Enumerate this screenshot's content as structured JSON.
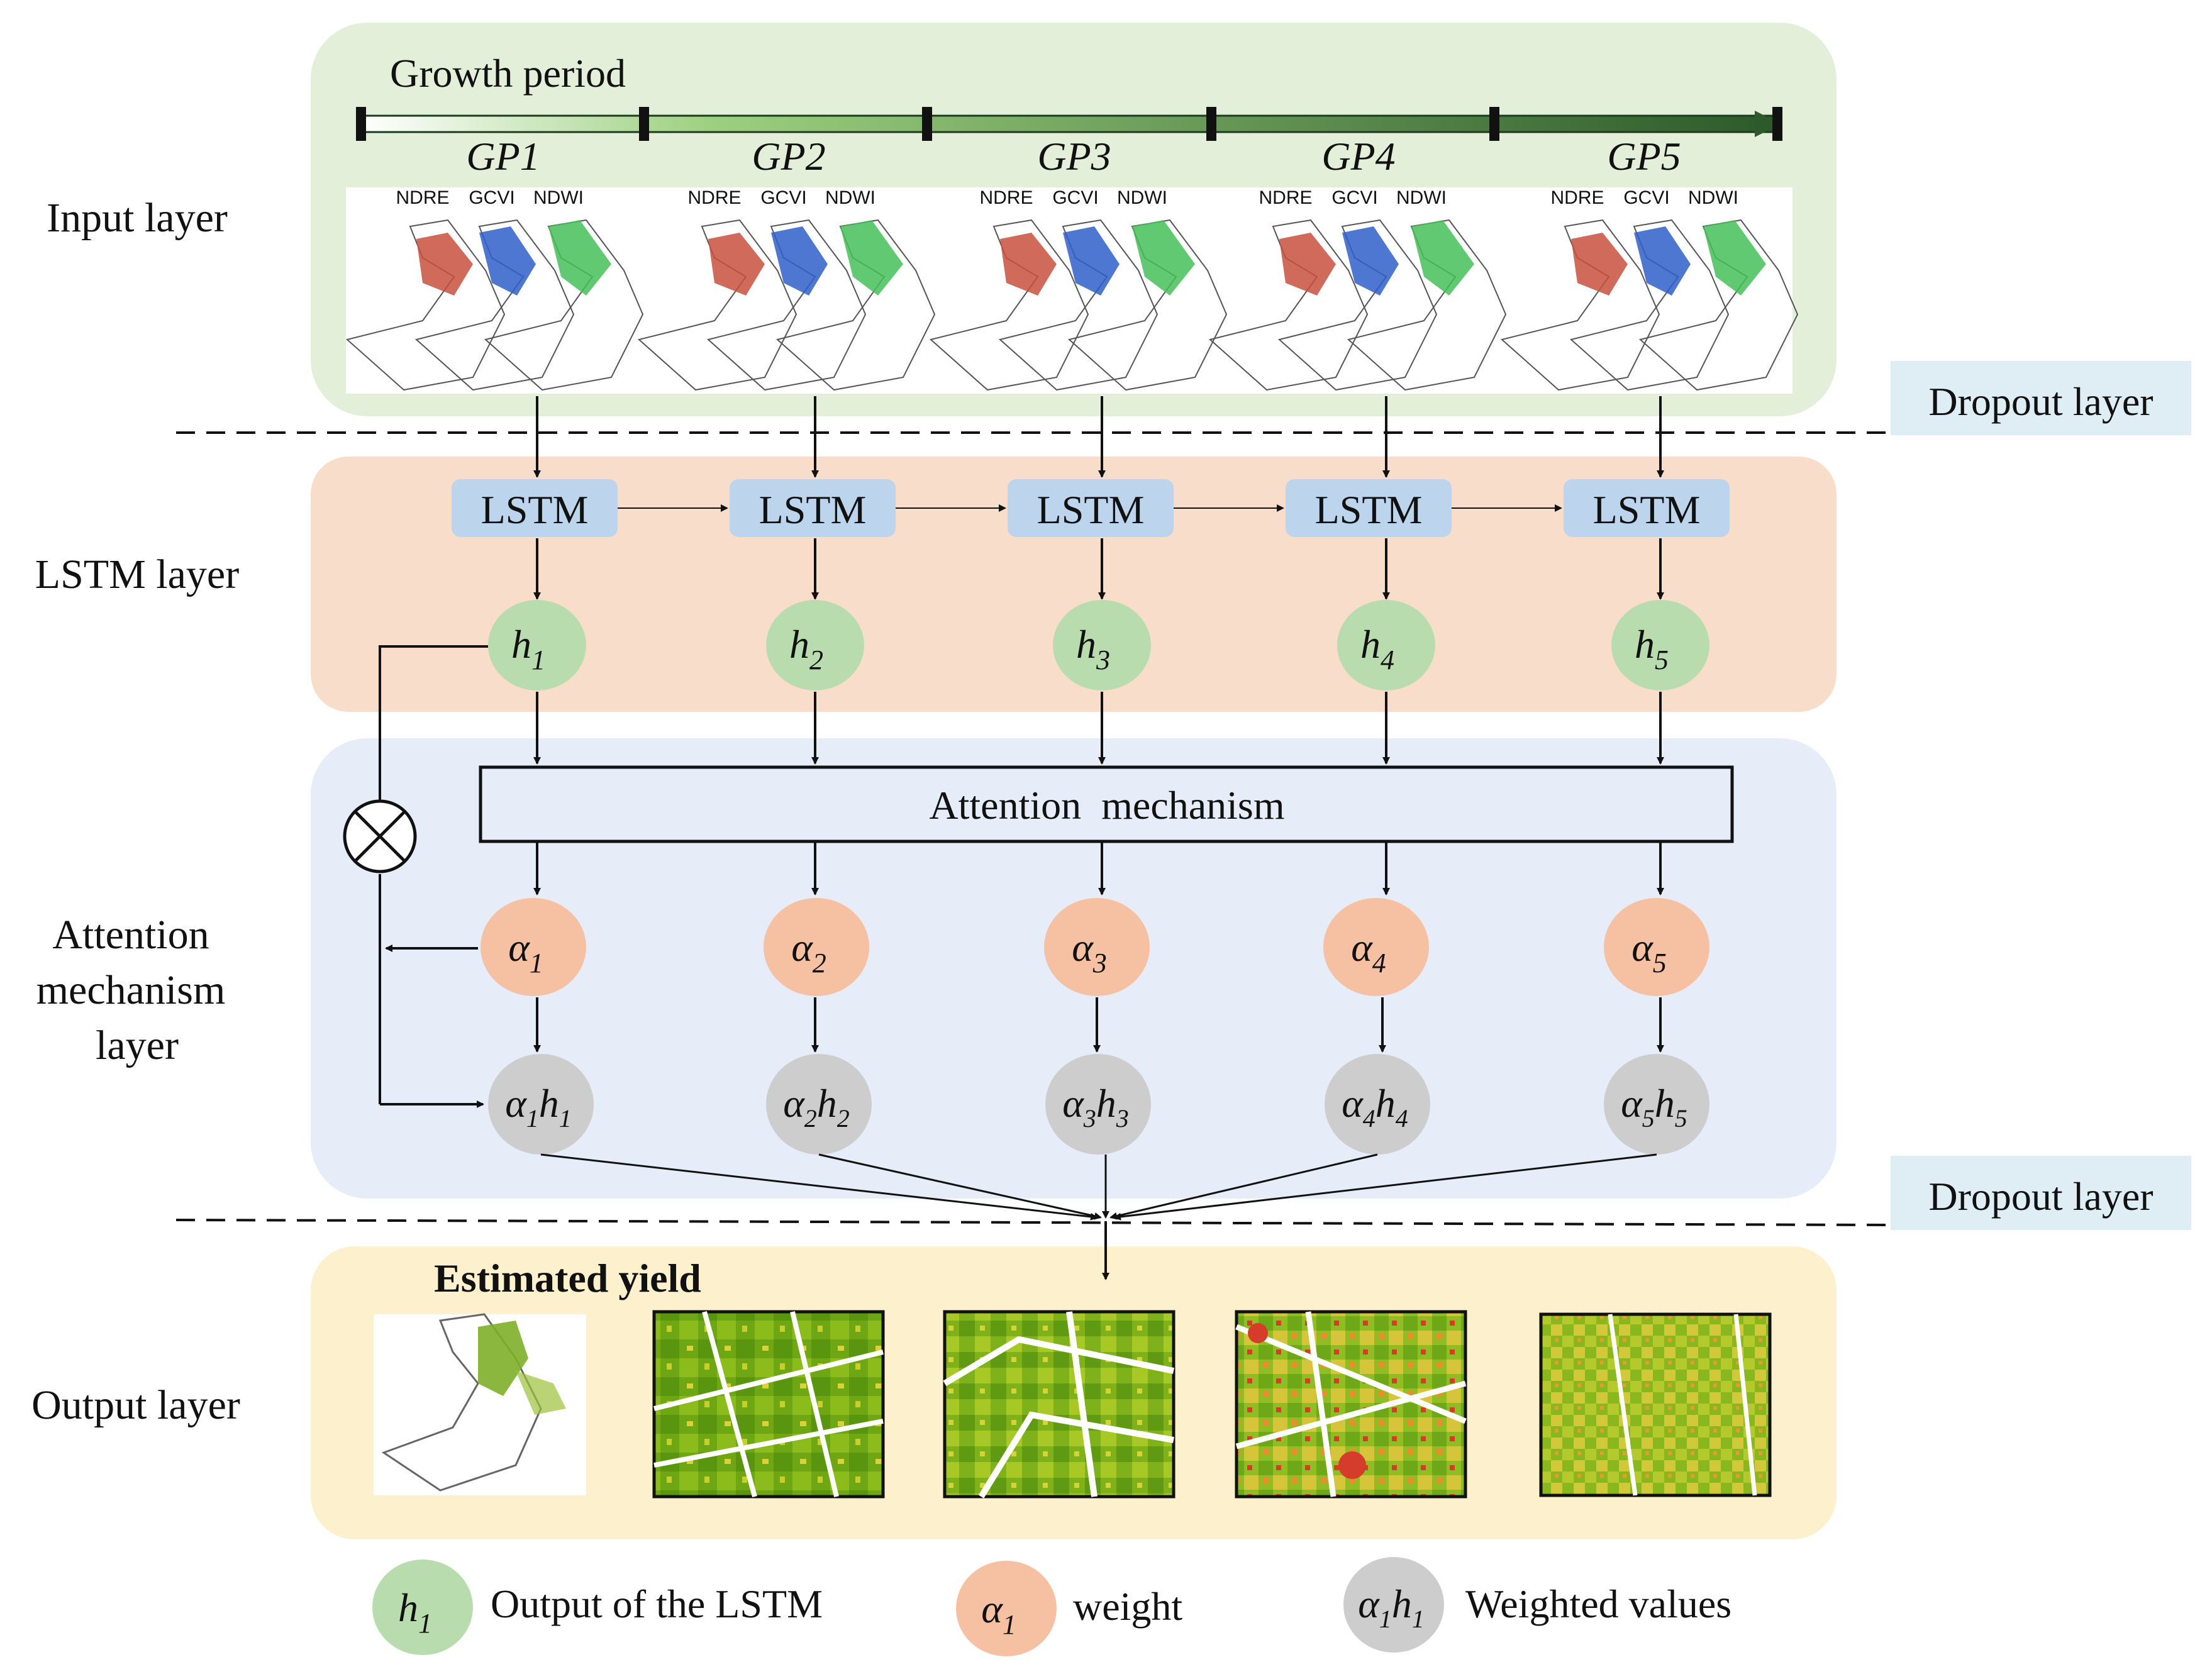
{
  "layers": {
    "input": "Input layer",
    "lstm": "LSTM layer",
    "attention_line1": "Attention",
    "attention_line2": "mechanism",
    "attention_line3": "layer",
    "output": "Output layer"
  },
  "growth_period_title": "Growth period",
  "periods": [
    "GP1",
    "GP2",
    "GP3",
    "GP4",
    "GP5"
  ],
  "index_labels": [
    "NDRE",
    "GCVI",
    "NDWI"
  ],
  "dropout_label": "Dropout layer",
  "lstm_label": "LSTM",
  "attention_box_label": "Attention  mechanism",
  "output_title": "Estimated yield",
  "hidden_states": [
    {
      "base": "h",
      "sub": "1"
    },
    {
      "base": "h",
      "sub": "2"
    },
    {
      "base": "h",
      "sub": "3"
    },
    {
      "base": "h",
      "sub": "4"
    },
    {
      "base": "h",
      "sub": "5"
    }
  ],
  "weights": [
    {
      "base": "α",
      "sub": "1"
    },
    {
      "base": "α",
      "sub": "2"
    },
    {
      "base": "α",
      "sub": "3"
    },
    {
      "base": "α",
      "sub": "4"
    },
    {
      "base": "α",
      "sub": "5"
    }
  ],
  "legend": [
    {
      "symbol_base": "h",
      "symbol_sub": "1",
      "text": "Output of the LSTM"
    },
    {
      "symbol_base": "α",
      "symbol_sub": "1",
      "text": "weight"
    },
    {
      "symbol_base": "α",
      "symbol_sub": "1",
      "symbol_base2": "h",
      "symbol_sub2": "1",
      "text": "Weighted values"
    }
  ],
  "multiply_symbol": "⊗",
  "colors": {
    "input_panel": "#e3efd9",
    "lstm_panel": "#f9ddcb",
    "attention_panel": "#e6edf8",
    "output_panel": "#fdf0cd",
    "dropout_box": "#dfeef5",
    "lstm_box": "#bcd5ec",
    "h_node": "#b9dcae",
    "alpha_node": "#f6c0a2",
    "weighted_node": "#cdcdcd",
    "ndre_map": "#c8503e",
    "gcvi_map": "#2f5fc9",
    "ndwi_map": "#46c05a",
    "arrow_dark": "#2c5a2a"
  }
}
